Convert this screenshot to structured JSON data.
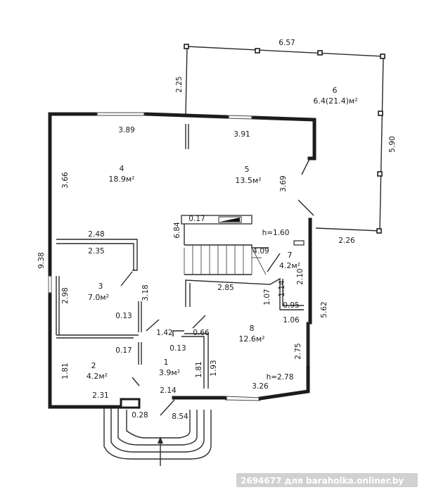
{
  "rooms": [
    {
      "id": "1",
      "number": "1",
      "area": "3.9м²"
    },
    {
      "id": "2",
      "number": "2",
      "area": "4.2м²"
    },
    {
      "id": "3",
      "number": "3",
      "area": "7.0м²"
    },
    {
      "id": "4",
      "number": "4",
      "area": "18.9м²"
    },
    {
      "id": "5",
      "number": "5",
      "area": "13.5м²"
    },
    {
      "id": "6",
      "number": "6",
      "area": "6.4(21.4)м²"
    },
    {
      "id": "7",
      "number": "7",
      "area": "4.2м²"
    },
    {
      "id": "8",
      "number": "8",
      "area": "12.6м²"
    }
  ],
  "dimensions": {
    "terrace_top": "6.57",
    "terrace_left": "2.25",
    "terrace_right": "5.90",
    "terrace_bottom": "2.26",
    "room4_top": "3.89",
    "room5_top": "3.91",
    "room4_left": "3.66",
    "room5_right": "3.69",
    "overall_left": "9.38",
    "stair_top": "0.17",
    "stair_side": "6.84",
    "stair_height": "h=1.60",
    "stair_run": "4.09",
    "room3_top_a": "2.48",
    "room3_top_b": "2.35",
    "room3_left": "2.98",
    "room3_right": "3.18",
    "hall_under_stair": "2.85",
    "room7_left_a": "1.07",
    "room7_left_b": "1.14",
    "room7_right": "2.10",
    "room7_bottom": "0.95",
    "room8_top_right": "1.06",
    "right_wall": "5.62",
    "room3_0_13": "0.13",
    "hall_1_42": "1.42",
    "hall_0_66": "0.66",
    "room2_0_17": "0.17",
    "hall_0_13b": "0.13",
    "room8_right": "2.75",
    "room2_left": "1.81",
    "room1_right": "1.81",
    "room1_width": "1.93",
    "room8_height": "h=2.78",
    "room8_bottom": "3.26",
    "room2_bottom": "2.31",
    "room1_bottom": "2.14",
    "porch_0_28": "0.28",
    "porch_8_54": "8.54"
  },
  "watermark": "2694677 для baraholka.onliner.by"
}
